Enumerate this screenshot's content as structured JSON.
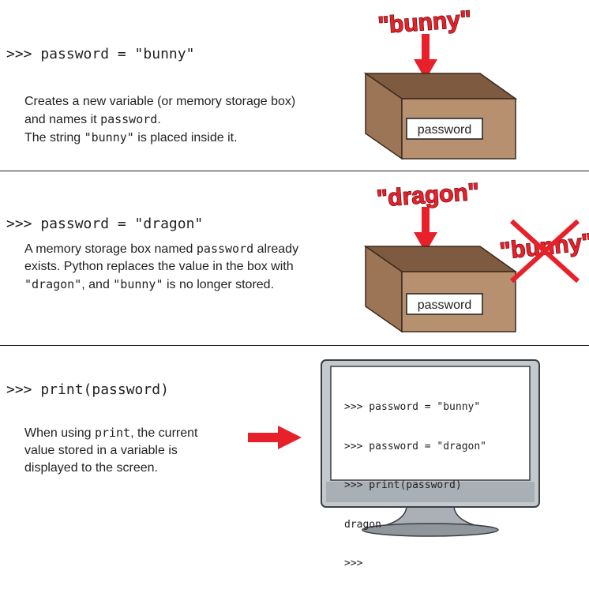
{
  "sections": [
    {
      "code": ">>> password = \"bunny\"",
      "description": {
        "line1": "Creates a new variable (or memory storage box)",
        "line2a": "and names it ",
        "line2_code": "password",
        "line2b": ".",
        "line3a": "The string ",
        "line3_code": "\"bunny\"",
        "line3b": " is placed inside it."
      },
      "box_label": "password",
      "incoming_value": "\"bunny\""
    },
    {
      "code": ">>> password = \"dragon\"",
      "description": {
        "line1a": "A memory storage box named ",
        "line1_code": "password",
        "line1b": " already",
        "line2": "exists. Python replaces the value in the box with",
        "line3_code1": "\"dragon\"",
        "line3a": ", and ",
        "line3_code2": "\"bunny\"",
        "line3b": " is no longer stored."
      },
      "box_label": "password",
      "incoming_value": "\"dragon\"",
      "discarded_value": "\"bunny\""
    },
    {
      "code": ">>> print(password)",
      "description": {
        "line1a": "When using ",
        "line1_code": "print",
        "line1b": ", the current",
        "line2": "value stored in a variable is",
        "line3": "displayed to the screen."
      },
      "screen_lines": [
        ">>> password = \"bunny\"",
        ">>> password = \"dragon\"",
        ">>> print(password)",
        "dragon",
        ">>>"
      ]
    }
  ],
  "colors": {
    "box_front": "#b7906f",
    "box_side": "#9c7556",
    "box_inside": "#8a6448",
    "box_stroke": "#3b2a1e",
    "arrow_red": "#e8202a",
    "monitor_frame": "#b9bfc4",
    "monitor_stroke": "#3a3f44",
    "text": "#231f20"
  },
  "icons": [
    "red-down-arrow-icon",
    "red-right-arrow-icon",
    "red-x-cross-icon",
    "cardboard-box-icon",
    "computer-monitor-icon"
  ]
}
